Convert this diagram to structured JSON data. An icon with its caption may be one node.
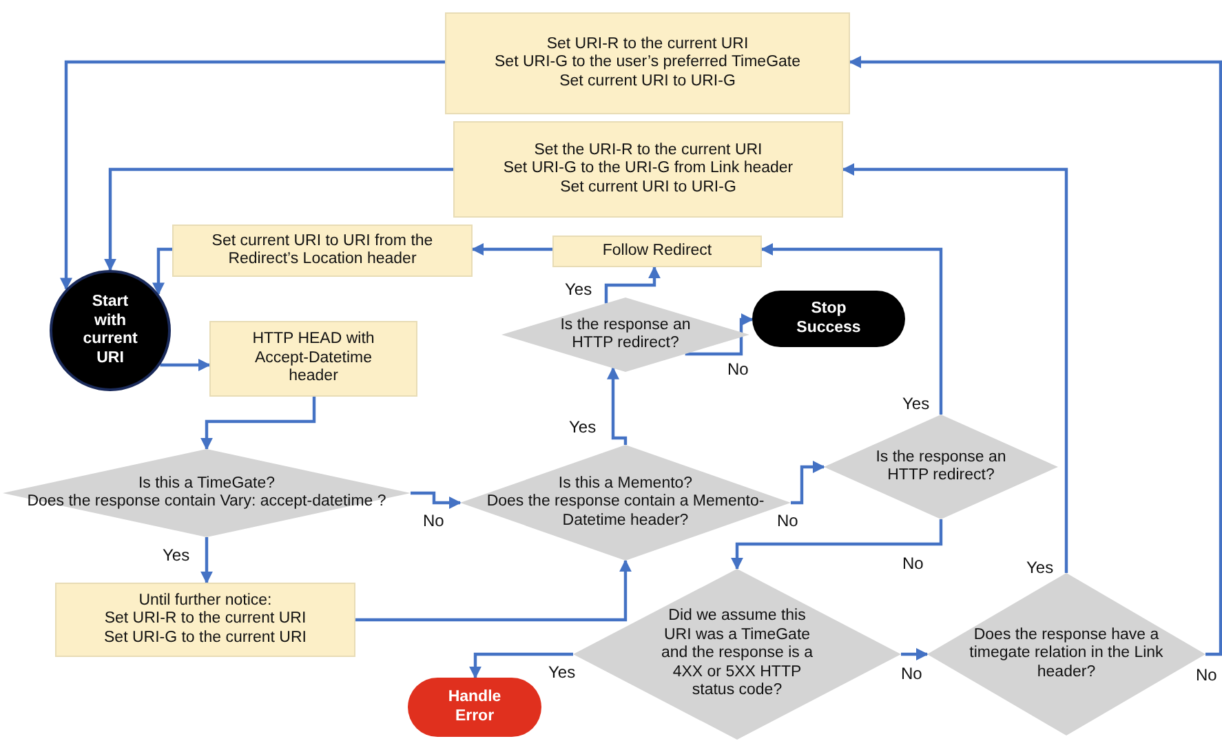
{
  "diagram": {
    "nodes": [
      {
        "text": [
          "Set URI-R to the current URI",
          "Set URI-G to the user’s preferred TimeGate",
          "Set current URI to URI-G"
        ]
      },
      {
        "text": [
          "Set the URI-R to the current URI",
          "Set URI-G to the URI-G from Link header",
          "Set current URI to URI-G"
        ]
      },
      {
        "text": [
          "Set current URI to URI from the Redirect’s Location header"
        ]
      },
      {
        "text": [
          "Follow Redirect"
        ]
      },
      {
        "text": [
          "Start with current URI"
        ]
      },
      {
        "text": [
          "HTTP HEAD with Accept-Datetime header"
        ]
      },
      {
        "text": [
          "Is the response an HTTP redirect?"
        ]
      },
      {
        "text": [
          "Stop Success"
        ]
      },
      {
        "text": [
          "Is this a TimeGate?",
          "Does the response contain Vary: accept-datetime ?"
        ]
      },
      {
        "text": [
          "Is this a Memento?",
          "Does the response contain a Memento-Datetime header?"
        ]
      },
      {
        "text": [
          "Is the response an HTTP redirect?"
        ]
      },
      {
        "text": [
          "Until further notice:",
          "Set URI-R to the current URI",
          "Set URI-G to the current URI"
        ]
      },
      {
        "text": [
          "Did we assume this URI was a TimeGate and the response is a 4XX or 5XX HTTP status code?"
        ]
      },
      {
        "text": [
          "Handle Error"
        ]
      },
      {
        "text": [
          "Does the response have a timegate relation in the Link header?"
        ]
      }
    ],
    "edges": [
      {
        "from": 0,
        "to": 4,
        "arrow": "to"
      },
      {
        "from": 1,
        "to": 4,
        "arrow": "to"
      },
      {
        "from": 2,
        "to": 4,
        "arrow": "to"
      },
      {
        "from": 3,
        "to": 2,
        "arrow": "to"
      },
      {
        "from": 4,
        "to": 5,
        "arrow": "to"
      },
      {
        "from": 5,
        "to": 8,
        "arrow": "to"
      },
      {
        "from": 8,
        "to": 9,
        "arrow": "to",
        "label": "No"
      },
      {
        "from": 8,
        "to": 11,
        "arrow": "to",
        "label": "Yes"
      },
      {
        "from": 11,
        "to": 9,
        "arrow": "to"
      },
      {
        "from": 9,
        "to": 6,
        "arrow": "to",
        "label": "Yes"
      },
      {
        "from": 6,
        "to": 3,
        "arrow": "to",
        "label": "Yes"
      },
      {
        "from": 6,
        "to": 7,
        "arrow": "to",
        "label": "No"
      },
      {
        "from": 9,
        "to": 10,
        "arrow": "to",
        "label": "No"
      },
      {
        "from": 10,
        "to": 3,
        "arrow": "to",
        "label": "Yes"
      },
      {
        "from": 10,
        "to": 12,
        "arrow": "to",
        "label": "No"
      },
      {
        "from": 12,
        "to": 13,
        "arrow": "to",
        "label": "Yes"
      },
      {
        "from": 12,
        "to": 14,
        "arrow": "to",
        "label": "No"
      },
      {
        "from": 14,
        "to": 1,
        "arrow": "to",
        "label": "Yes"
      },
      {
        "from": 14,
        "to": 0,
        "arrow": "to",
        "label": "No"
      }
    ]
  }
}
